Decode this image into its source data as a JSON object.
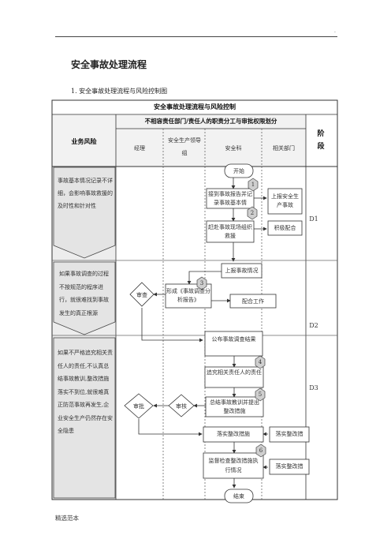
{
  "header": {
    "dot": "."
  },
  "doc": {
    "title": "安全事故处理流程",
    "subtitle": "1.  安全事故处理流程与风险控制图",
    "footer": "精选范本"
  },
  "table": {
    "title": "安全事故处理流程与风险控制",
    "risk_col_header": "业务风险",
    "dept_header": "不相容责任部门/责任人的职责分工与审批权限划分",
    "stage_header": "阶段",
    "columns": [
      "经理",
      "安全生产领导组",
      "安全科",
      "相关部门"
    ],
    "stages": [
      "D1",
      "D2",
      "D3"
    ],
    "risks": [
      "事故基本情况记录不详细，会影响事故救援的及时性和针对性",
      "如果事故调查的过程不按规范的程序进行，就很难找到事故发生的真正根源",
      "如果不严格追究相关责任人的责任,不认真总结事故教训,整改措施落实不到位,就很难真正防范事故再发生,企业安全生产仍然存在安全隐患"
    ]
  },
  "flow": {
    "start": "开始",
    "end": "结束",
    "receive_report": "接到事故报告并记录事故基本情",
    "report_to_safety": "上报安全生产事故",
    "rescue": "赶赴事故现场组织救援",
    "cooperate": "积极配合",
    "report_accident": "上报事故情况",
    "form_report": "形成《事故调查分析报告》",
    "review": "审查",
    "coop_work": "配合工作",
    "publish_results": "公布事故调查结果",
    "pursue": "追究相关责任人的责任",
    "summarize": "总结事故教训并提出整改措施",
    "approve": "审批",
    "audit": "审核",
    "implement": "落实整改措施",
    "implement_rect_1": "落实整改措",
    "supervise": "监督检查整改措施执行情况",
    "implement_rect_2": "落实整改措",
    "badges": [
      "1",
      "2",
      "3",
      "4",
      "5",
      "6"
    ]
  }
}
